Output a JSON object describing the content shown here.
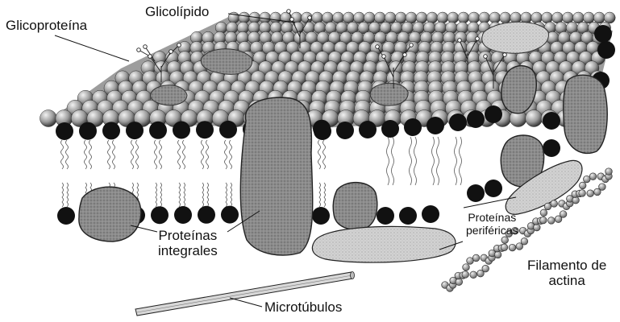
{
  "diagram": {
    "labels": {
      "glicoproteina": "Glicoproteína",
      "glicolipido": "Glicolípido",
      "proteinas_integrales_1": "Proteínas",
      "proteinas_integrales_2": "integrales",
      "proteinas_perifericas_1": "Proteínas",
      "proteinas_perifericas_2": "periféricas",
      "filamento_1": "Filamento de",
      "filamento_2": "actina",
      "microtubulos": "Microtúbulos"
    },
    "colors": {
      "protein_fill": "#8a8a8a",
      "head_dark": "#111111",
      "bead": "#a8a8a8",
      "peripheral_fill": "#c9c9c9"
    }
  }
}
